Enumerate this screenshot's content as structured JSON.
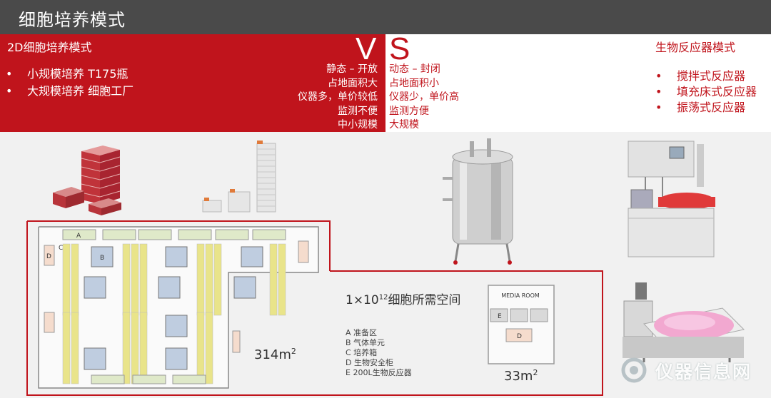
{
  "title": "细胞培养模式",
  "left": {
    "heading": "2D细胞培养模式",
    "items": [
      {
        "bullet": "•",
        "text": "小规模培养 T175瓶"
      },
      {
        "bullet": "•",
        "text": "大规模培养 细胞工厂"
      }
    ]
  },
  "vs": {
    "v": "V",
    "s": "S"
  },
  "compare_left": [
    "静态 – 开放",
    "占地面积大",
    "仪器多，单价较低",
    "监测不便",
    "中小规模"
  ],
  "compare_right": [
    "动态 – 封闭",
    "占地面积小",
    "仪器少，单价高",
    "监测方便",
    "大规模"
  ],
  "right": {
    "heading": "生物反应器模式",
    "items": [
      {
        "bullet": "•",
        "text": "搅拌式反应器"
      },
      {
        "bullet": "•",
        "text": "填充床式反应器"
      },
      {
        "bullet": "•",
        "text": "振荡式反应器"
      }
    ]
  },
  "floorplan": {
    "labels": {
      "a": "A",
      "b": "B",
      "c": "C",
      "d": "D"
    },
    "title_prefix": "1×10",
    "title_sup": "12",
    "title_suffix": "细胞所需空间",
    "legend": [
      "A 准备区",
      "B 气体单元",
      "C 培养箱",
      "D 生物安全柜",
      "E 200L生物反应器"
    ],
    "area_big": "314m",
    "area_small": "33m",
    "area_sup": "2"
  },
  "media_room": {
    "label": "MEDIA ROOM",
    "e": "E",
    "d": "D"
  },
  "watermark": {
    "text": "仪器信息网"
  },
  "colors": {
    "red": "#c0141c",
    "title_bar": "#4a4a4a",
    "plan_border": "#c0141c"
  }
}
